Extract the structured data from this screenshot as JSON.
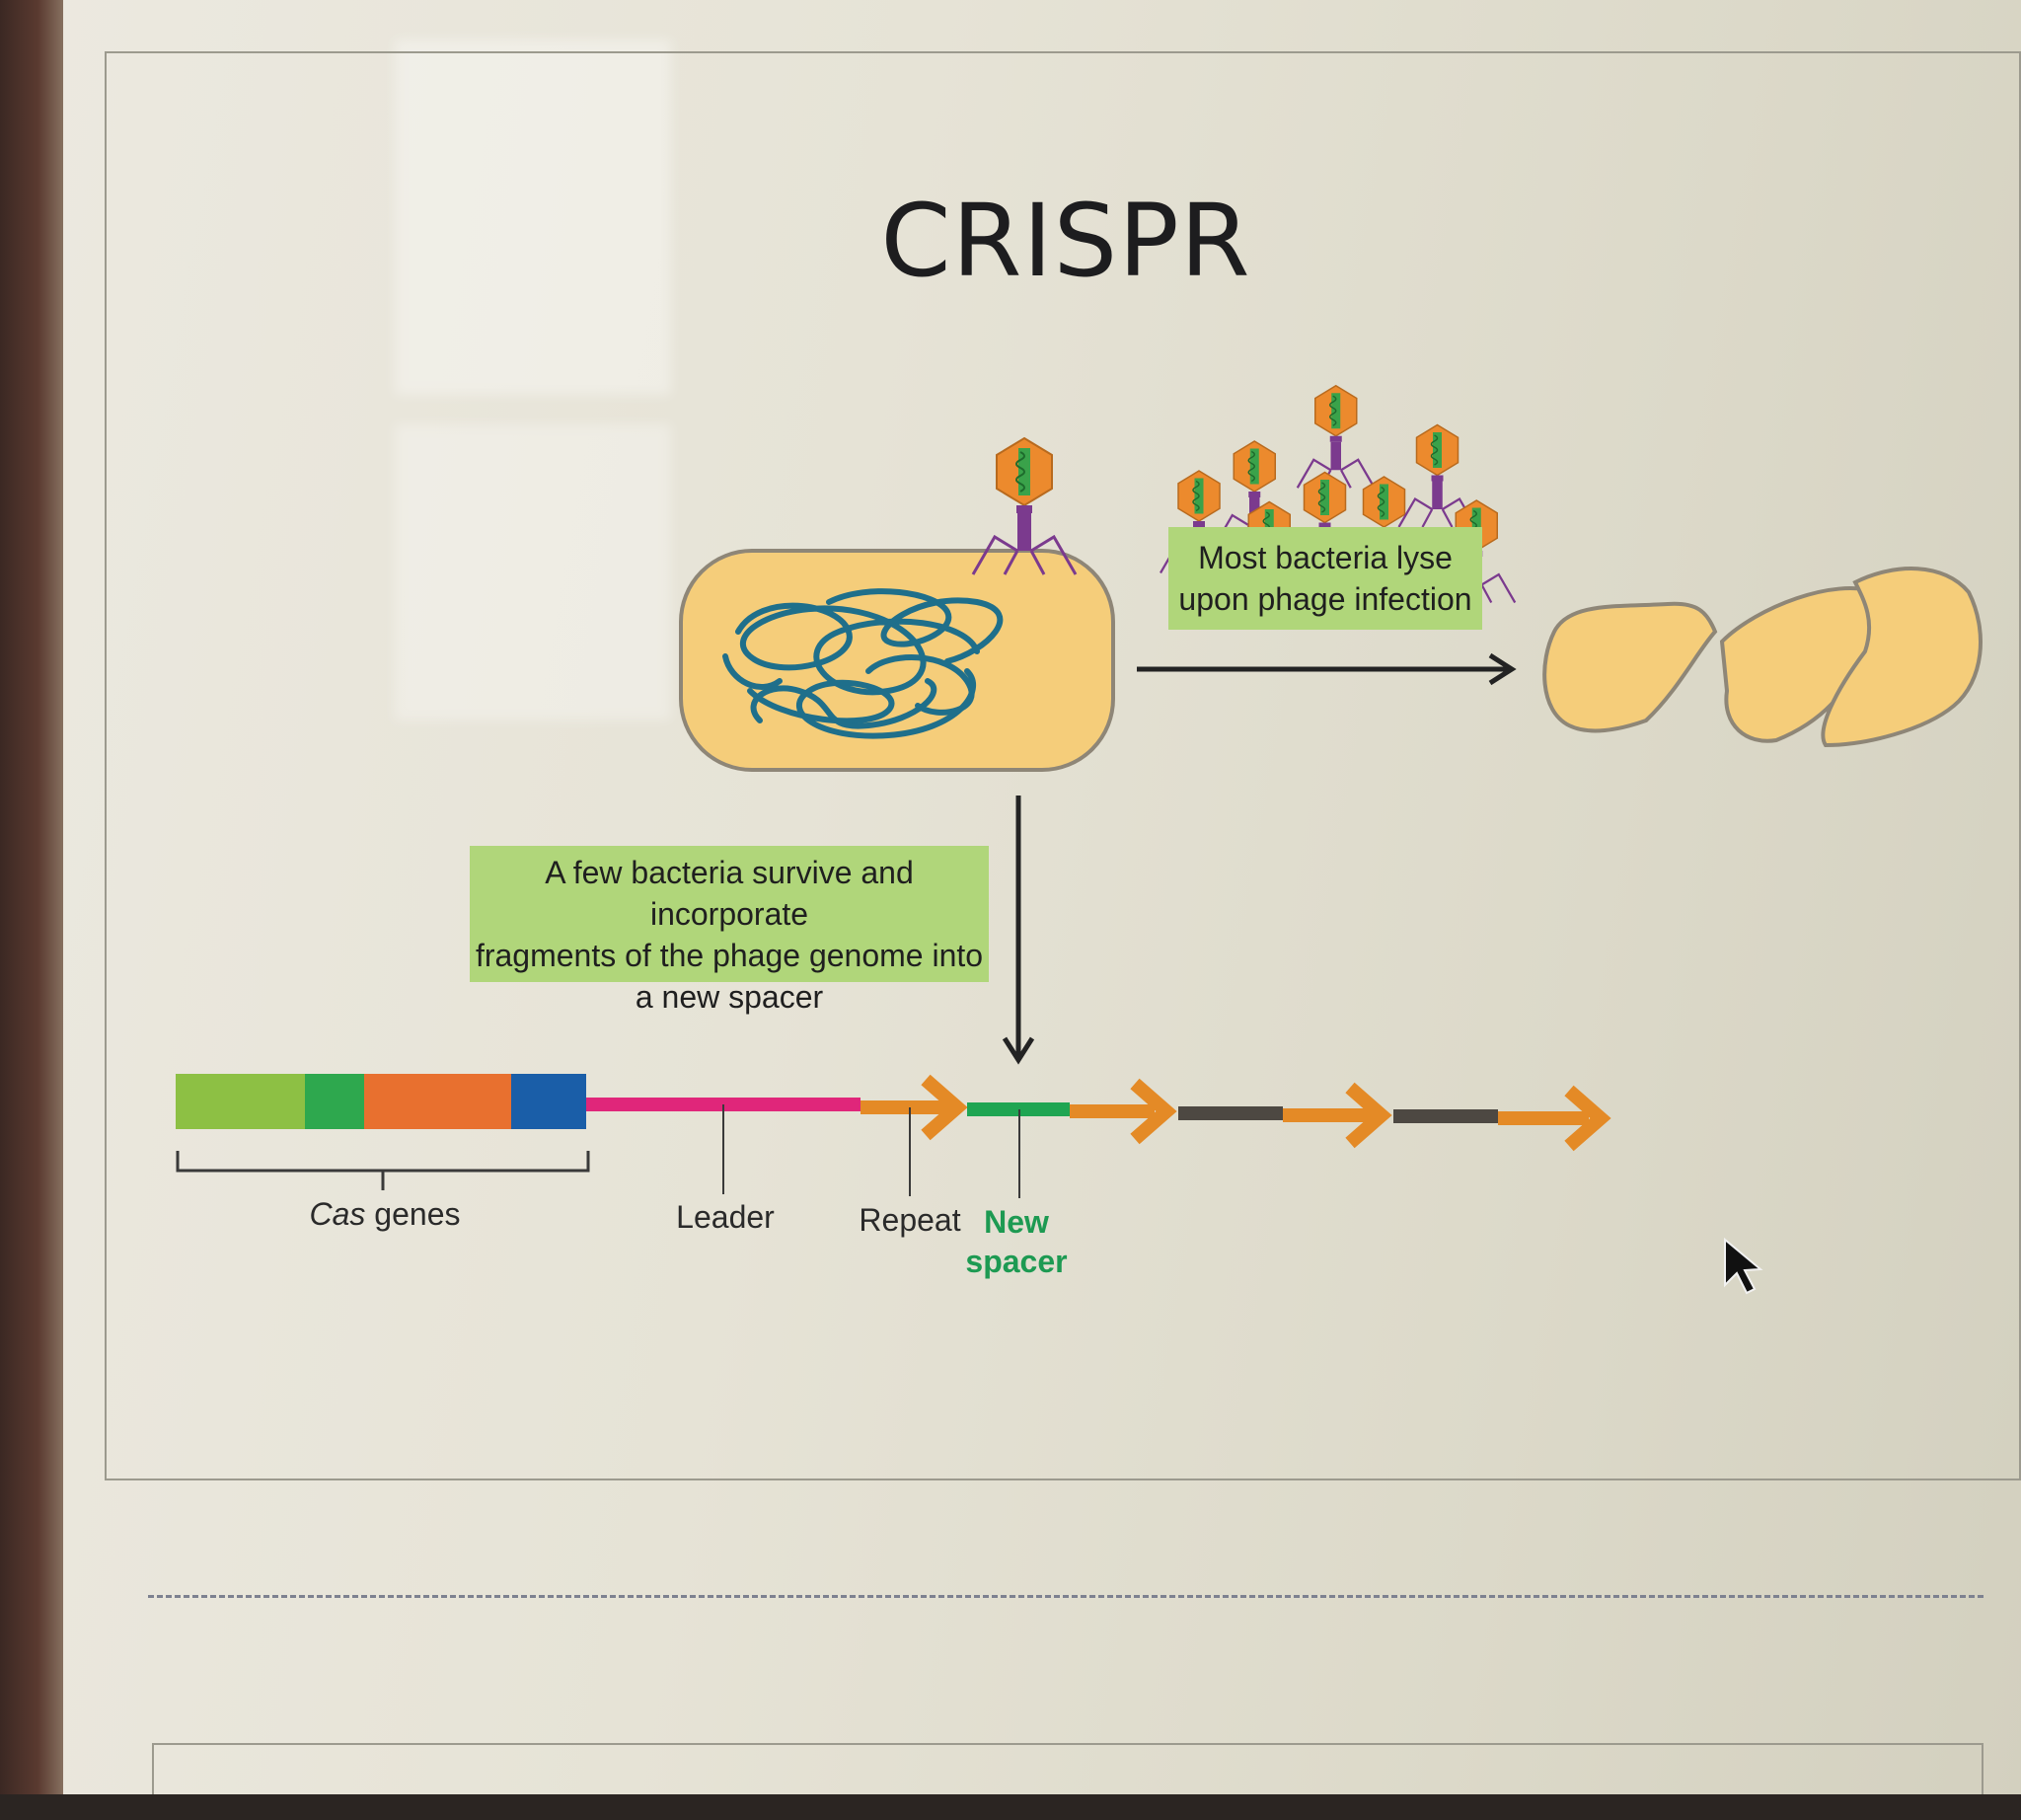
{
  "title": "CRISPR",
  "callouts": {
    "lysis": [
      "Most bacteria lyse",
      "upon phage infection"
    ],
    "survival": [
      "A few bacteria survive and incorporate",
      "fragments of the phage genome into",
      "a new spacer"
    ]
  },
  "labels": {
    "cas_italic": "Cas",
    "cas_rest": " genes",
    "leader": "Leader",
    "repeat": "Repeat",
    "new_spacer": [
      "New",
      "spacer"
    ]
  },
  "colors": {
    "cell_fill": "#f5cd7a",
    "dna": "#1f6f8b",
    "phage_head": "#ec8a2d",
    "phage_tail": "#7b3a8e",
    "leader": "#e0267a",
    "repeat": "#e48a26",
    "new_spacer": "#1fa552",
    "old_spacer": "#4d4842",
    "callout": "#b0d67a",
    "cas_blocks": [
      "#8dc044",
      "#2ea84e",
      "#e8702f",
      "#1a5ea8"
    ]
  },
  "icons": [
    "phage-icon",
    "arrow-right-icon",
    "arrow-down-icon",
    "mouse-cursor-icon"
  ]
}
